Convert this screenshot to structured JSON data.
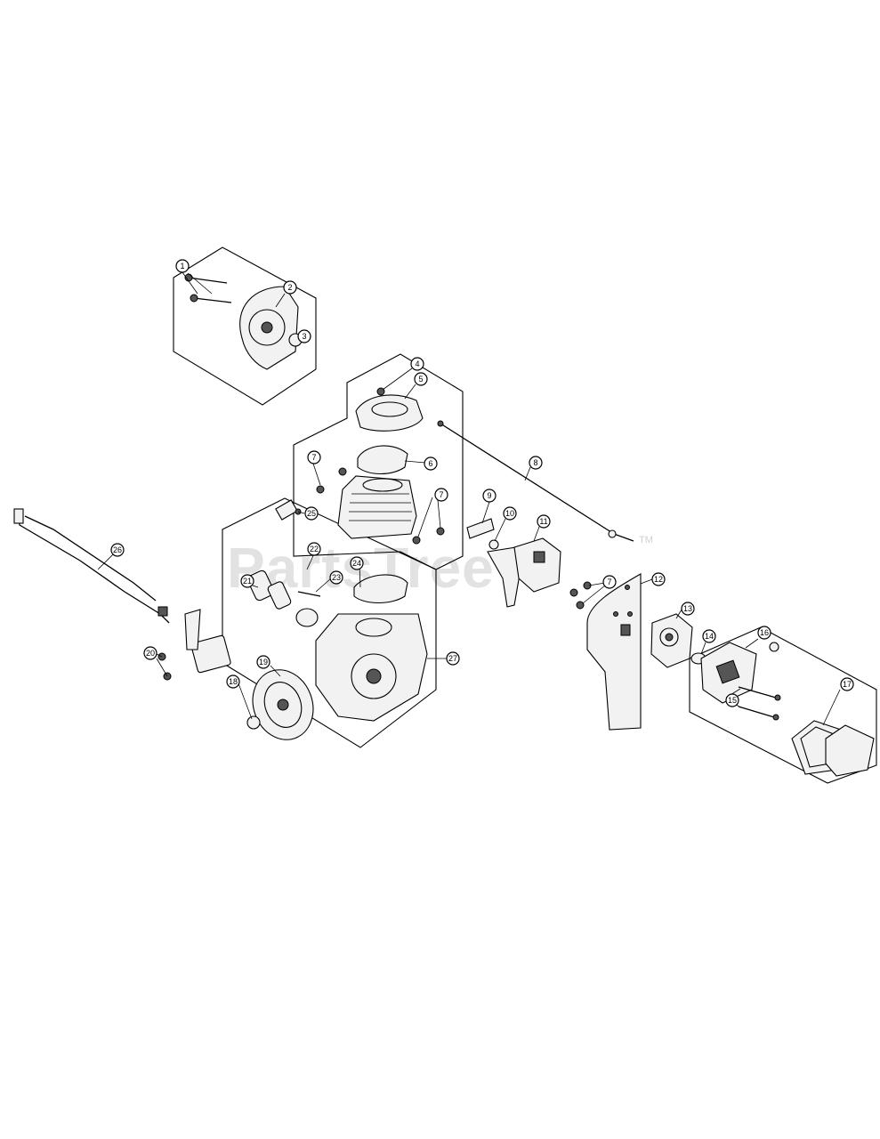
{
  "watermark": {
    "text": "PartsTree",
    "tm": "TM"
  },
  "callouts": [
    {
      "id": "c1",
      "label": "1"
    },
    {
      "id": "c2",
      "label": "2"
    },
    {
      "id": "c3",
      "label": "3"
    },
    {
      "id": "c4",
      "label": "4"
    },
    {
      "id": "c5",
      "label": "5"
    },
    {
      "id": "c6",
      "label": "6"
    },
    {
      "id": "c7a",
      "label": "7"
    },
    {
      "id": "c7b",
      "label": "7"
    },
    {
      "id": "c7c",
      "label": "7"
    },
    {
      "id": "c8",
      "label": "8"
    },
    {
      "id": "c9",
      "label": "9"
    },
    {
      "id": "c10",
      "label": "10"
    },
    {
      "id": "c11",
      "label": "11"
    },
    {
      "id": "c12",
      "label": "12"
    },
    {
      "id": "c13",
      "label": "13"
    },
    {
      "id": "c14",
      "label": "14"
    },
    {
      "id": "c15",
      "label": "15"
    },
    {
      "id": "c16",
      "label": "16"
    },
    {
      "id": "c17",
      "label": "17"
    },
    {
      "id": "c18",
      "label": "18"
    },
    {
      "id": "c19",
      "label": "19"
    },
    {
      "id": "c20",
      "label": "20"
    },
    {
      "id": "c21",
      "label": "21"
    },
    {
      "id": "c22",
      "label": "22"
    },
    {
      "id": "c23",
      "label": "23"
    },
    {
      "id": "c24",
      "label": "24"
    },
    {
      "id": "c25",
      "label": "25"
    },
    {
      "id": "c26",
      "label": "26"
    },
    {
      "id": "c27",
      "label": "27"
    }
  ]
}
